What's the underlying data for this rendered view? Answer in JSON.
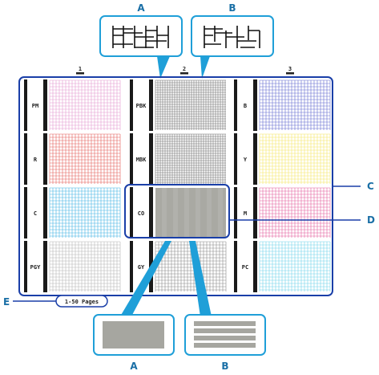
{
  "callouts": {
    "top_a": "A",
    "top_b": "B",
    "side_c": "C",
    "side_d": "D",
    "side_e": "E",
    "bottom_a": "A",
    "bottom_b": "B"
  },
  "columns": [
    "1",
    "2",
    "3"
  ],
  "pages_label": "1-50 Pages",
  "patterns": [
    {
      "code": "PM",
      "color": "#e08ac8",
      "style": "grid"
    },
    {
      "code": "PBK",
      "color": "#555555",
      "style": "grid-dense"
    },
    {
      "code": "B",
      "color": "#4a52c8",
      "style": "grid"
    },
    {
      "code": "R",
      "color": "#e0443e",
      "style": "grid"
    },
    {
      "code": "MBK",
      "color": "#555555",
      "style": "grid-dense"
    },
    {
      "code": "Y",
      "color": "#f2e24a",
      "style": "grid"
    },
    {
      "code": "C",
      "color": "#22a7e0",
      "style": "grid"
    },
    {
      "code": "CO",
      "color": "#a9a9a3",
      "style": "solid"
    },
    {
      "code": "M",
      "color": "#e0448e",
      "style": "grid"
    },
    {
      "code": "PGY",
      "color": "#a9a9a9",
      "style": "grid"
    },
    {
      "code": "GY",
      "color": "#777777",
      "style": "grid"
    },
    {
      "code": "PC",
      "color": "#58cde6",
      "style": "grid"
    }
  ]
}
